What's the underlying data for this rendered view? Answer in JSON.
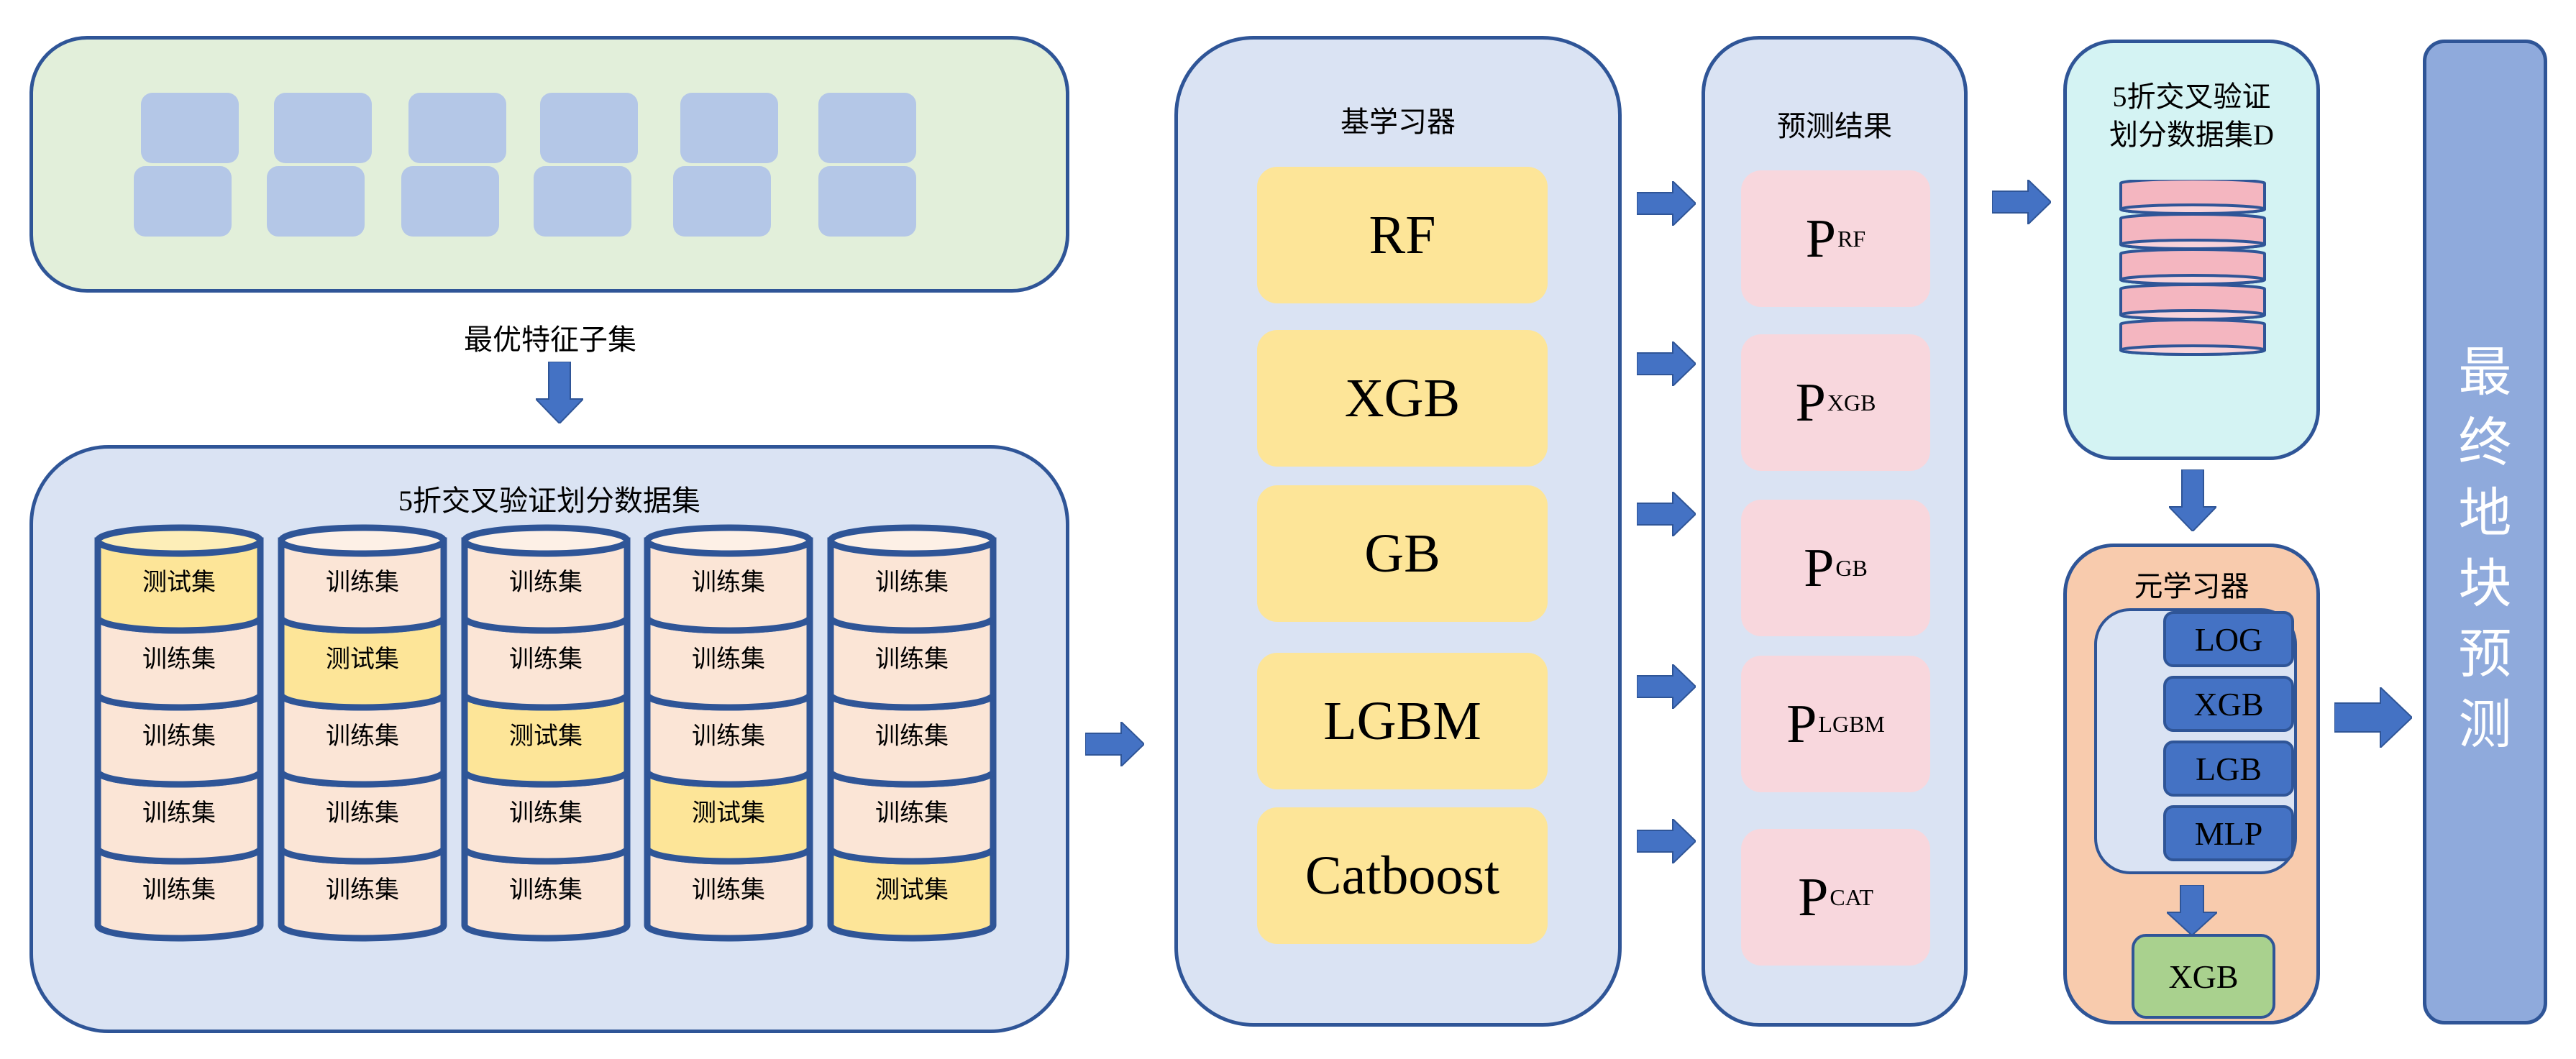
{
  "feature_panel": {
    "rows": 2,
    "cols": 6,
    "label": "最优特征子集"
  },
  "cv_panel": {
    "title": "5折交叉验证划分数据集",
    "folds": [
      [
        "测试集",
        "训练集",
        "训练集",
        "训练集",
        "训练集"
      ],
      [
        "训练集",
        "测试集",
        "训练集",
        "训练集",
        "训练集"
      ],
      [
        "训练集",
        "训练集",
        "测试集",
        "训练集",
        "训练集"
      ],
      [
        "训练集",
        "训练集",
        "训练集",
        "测试集",
        "训练集"
      ],
      [
        "训练集",
        "训练集",
        "训练集",
        "训练集",
        "测试集"
      ]
    ],
    "test_label": "测试集",
    "train_label": "训练集"
  },
  "base_learners": {
    "title": "基学习器",
    "items": [
      "RF",
      "XGB",
      "GB",
      "LGBM",
      "Catboost"
    ]
  },
  "predictions": {
    "title": "预测结果",
    "items": [
      {
        "main": "P",
        "sub": "RF"
      },
      {
        "main": "P",
        "sub": "XGB"
      },
      {
        "main": "P",
        "sub": "GB"
      },
      {
        "main": "P",
        "sub": "LGBM"
      },
      {
        "main": "P",
        "sub": "CAT"
      }
    ]
  },
  "dataset_d": {
    "title_line1": "5折交叉验证",
    "title_line2": "划分数据集D",
    "slices": 5
  },
  "meta_learner": {
    "title": "元学习器",
    "candidates": [
      "LOG",
      "XGB",
      "LGB",
      "MLP"
    ],
    "selected": "XGB"
  },
  "final": {
    "label": "最终地块预测"
  },
  "colors": {
    "border": "#2f5597",
    "arrow": "#4472c4",
    "feature_bg": "#e2efda",
    "feature_cell": "#b4c7e7",
    "panel_blue": "#dae3f3",
    "train": "#fbe5d6",
    "test": "#fde598",
    "learner": "#fde598",
    "pred": "#f8d7dd",
    "dataset_bg": "#d4f3f3",
    "slice": "#f4b6c0",
    "meta_bg": "#f8cbad",
    "meta_model": "#4472c4",
    "selected": "#a9d18e",
    "final_bg": "#8faadc"
  }
}
